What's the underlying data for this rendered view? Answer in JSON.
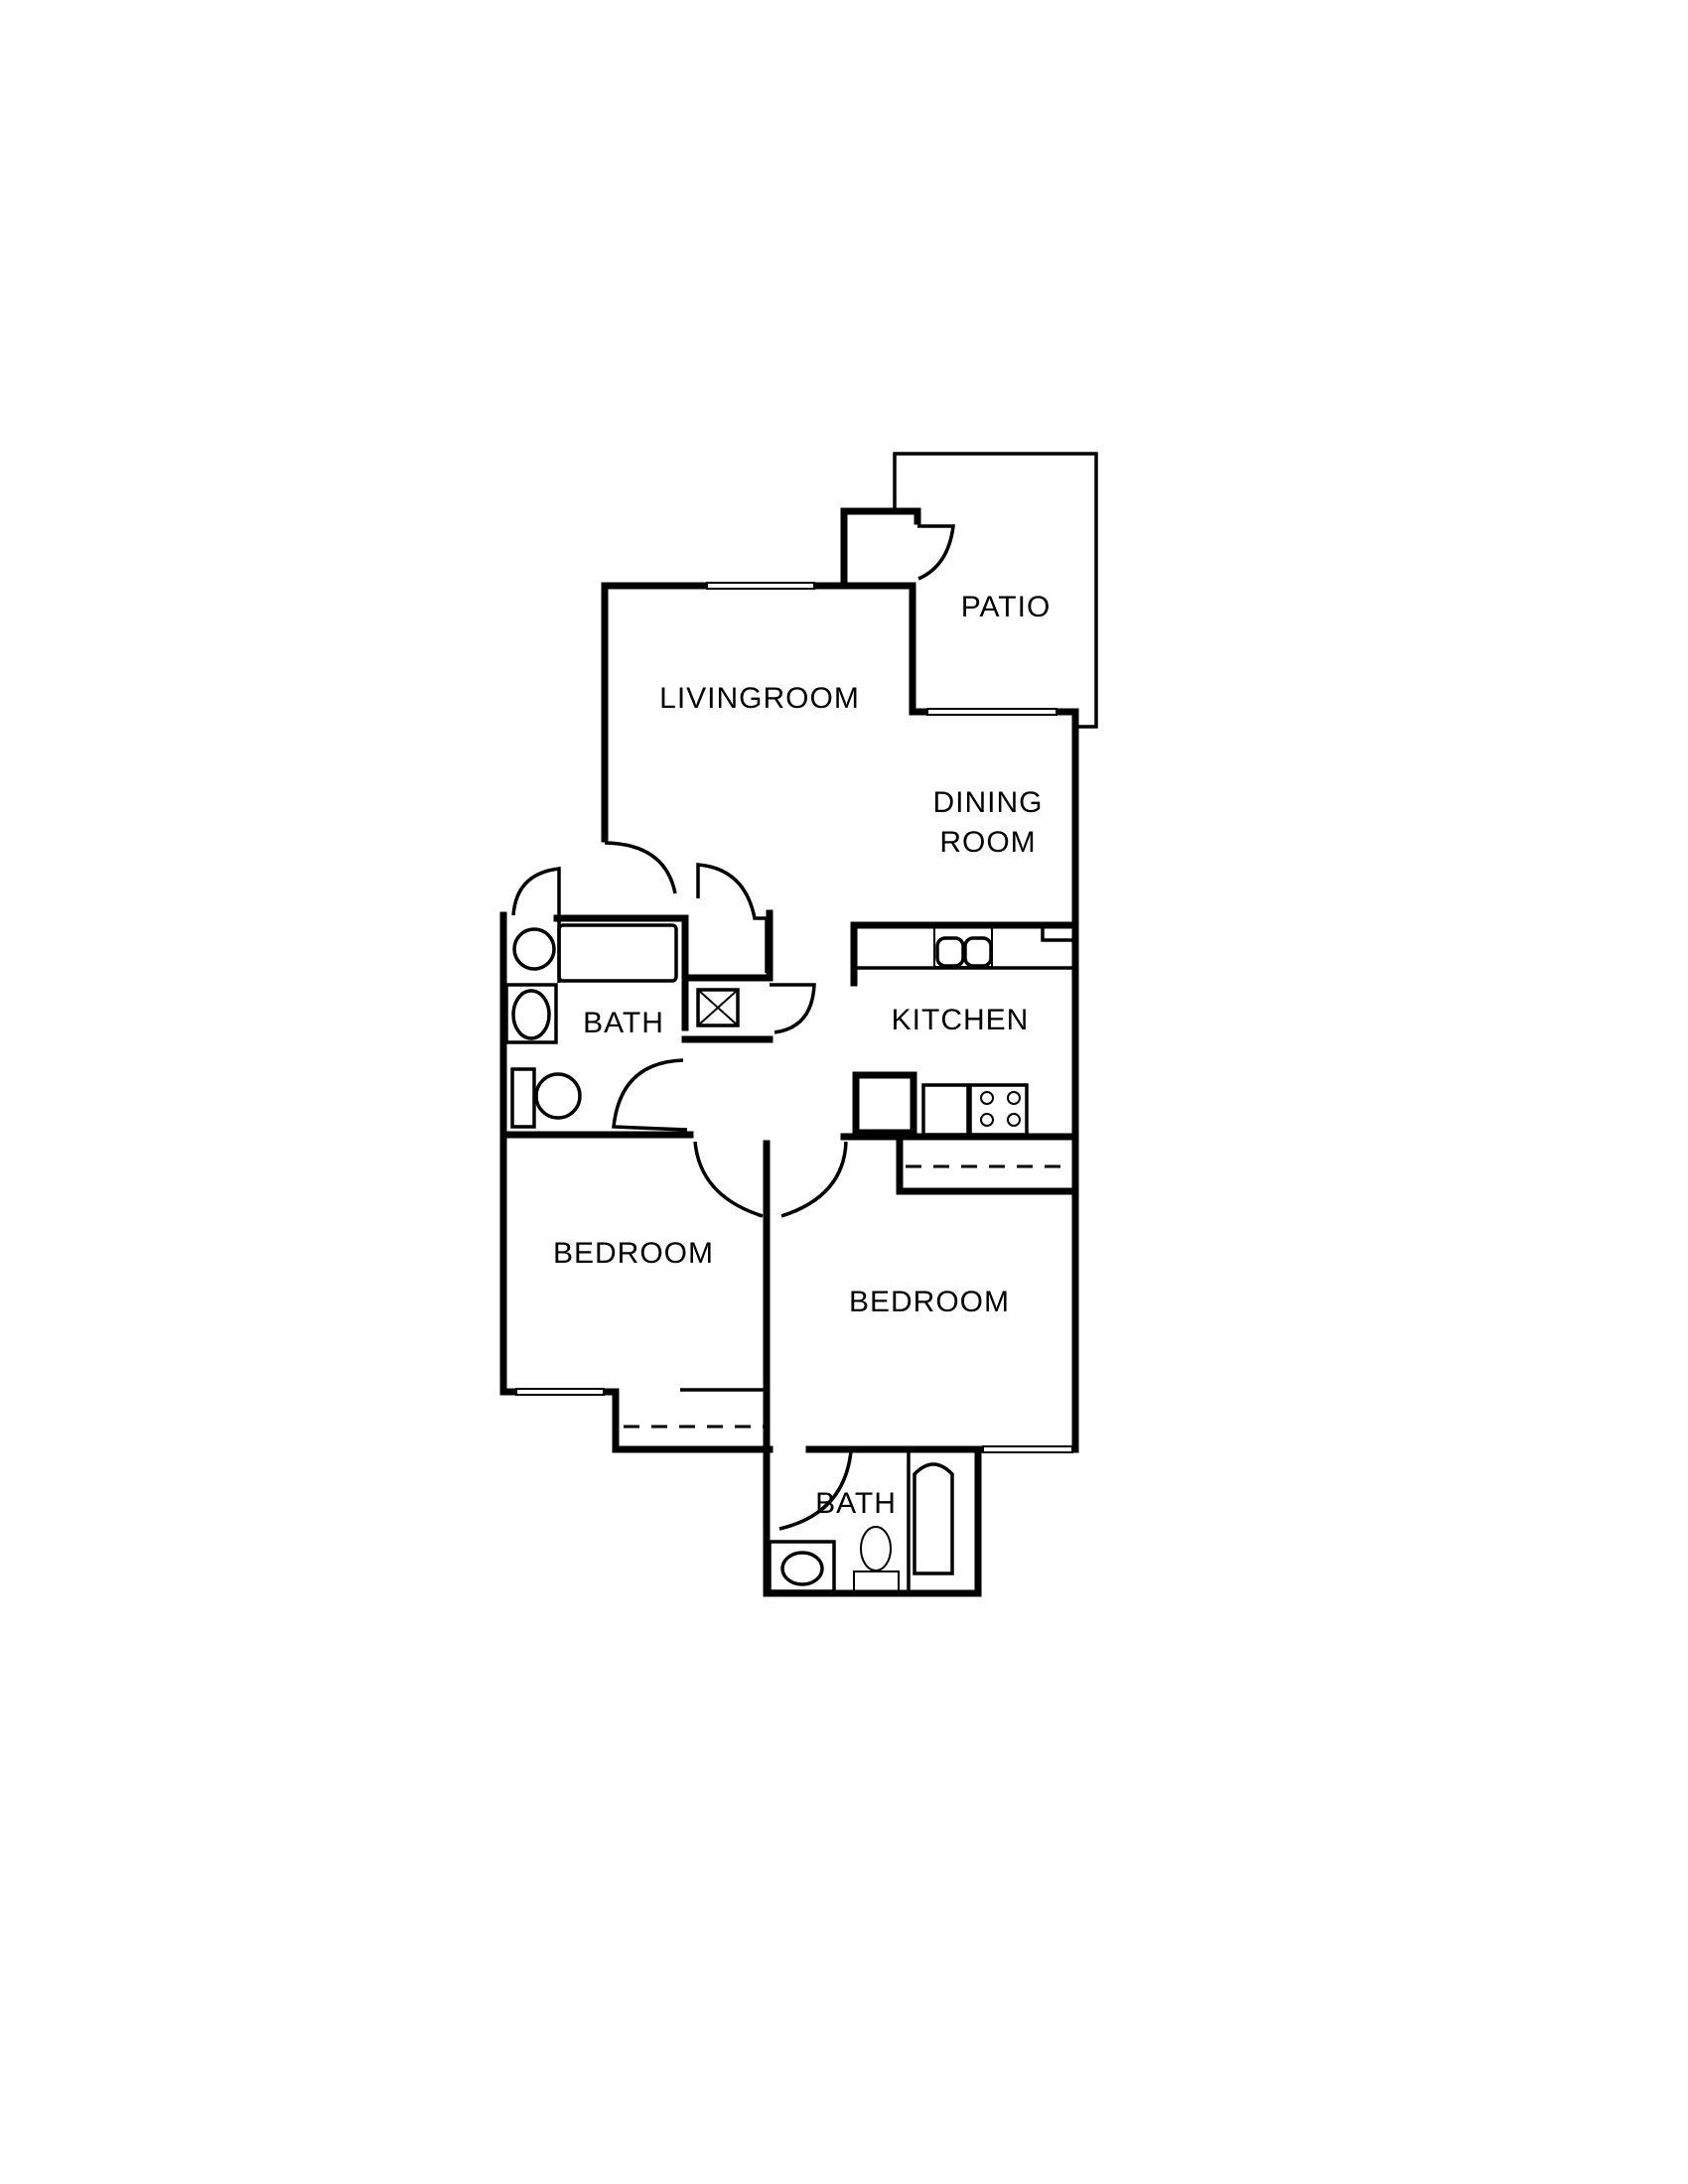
{
  "floorplan": {
    "rooms": [
      {
        "id": "patio",
        "label": "PATIO"
      },
      {
        "id": "livingroom",
        "label": "LIVINGROOM"
      },
      {
        "id": "dining",
        "label_line1": "DINING",
        "label_line2": "ROOM"
      },
      {
        "id": "kitchen",
        "label": "KITCHEN"
      },
      {
        "id": "bath1",
        "label": "BATH"
      },
      {
        "id": "bedroom1",
        "label": "BEDROOM"
      },
      {
        "id": "bedroom2",
        "label": "BEDROOM"
      },
      {
        "id": "bath2",
        "label": "BATH"
      }
    ],
    "colors": {
      "line": "#000000",
      "background": "#ffffff"
    }
  }
}
